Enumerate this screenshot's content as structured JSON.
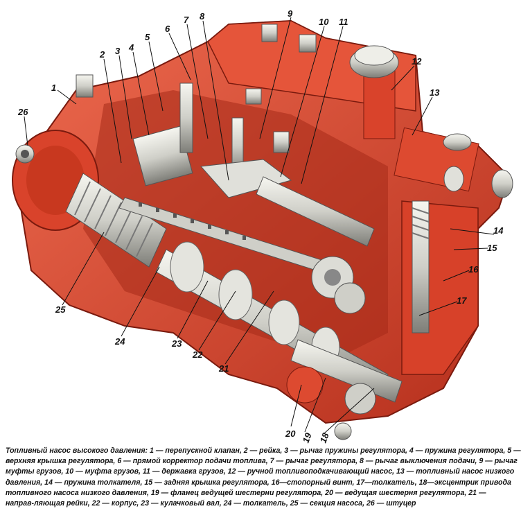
{
  "caption_lines": [
    "Топливный насос высокого давления: 1 — перепускной клапан, 2 — рейка, 3 — рычаг пружины регулятора, 4 — пружина регулятора, 5 —",
    "верхняя крышка регулятора, 6 — прямой корректор подачи топлива, 7 — рычаг регулятора, 8 — рычаг выключения подачи, 9 — рычаг",
    "муфты грузов, 10 — муфта грузов, 11 — державка грузов, 12 — ручной топливоподкачивающий насос, 13 — топливный насос низкого",
    "давления, 14 — пружина толкателя, 15 — задняя крышка регулятора, 16—стопорный винт, 17—толкатель, 18—эксцентрик привода",
    "топливного насоса низкого давления, 19 — фланец ведущей шестерни регулятора, 20 — ведущая шестерня регулятора, 21 —",
    "направ-ляющая рейки, 22 — корпус, 23 — кулачковый вал, 24 — толкатель, 25 — секция насоса, 26 — штуцер"
  ],
  "callouts": [
    "1",
    "2",
    "3",
    "4",
    "5",
    "6",
    "7",
    "8",
    "9",
    "10",
    "11",
    "12",
    "13",
    "14",
    "15",
    "16",
    "17",
    "18",
    "19",
    "20",
    "21",
    "22",
    "23",
    "24",
    "25",
    "26"
  ],
  "colors": {
    "housing": "#d9432b",
    "housing_dark": "#9e2414",
    "housing_light": "#ee6a4f",
    "metal": "#d8d8d2",
    "metal_dark": "#8a8a84",
    "metal_light": "#f4f4ee"
  }
}
